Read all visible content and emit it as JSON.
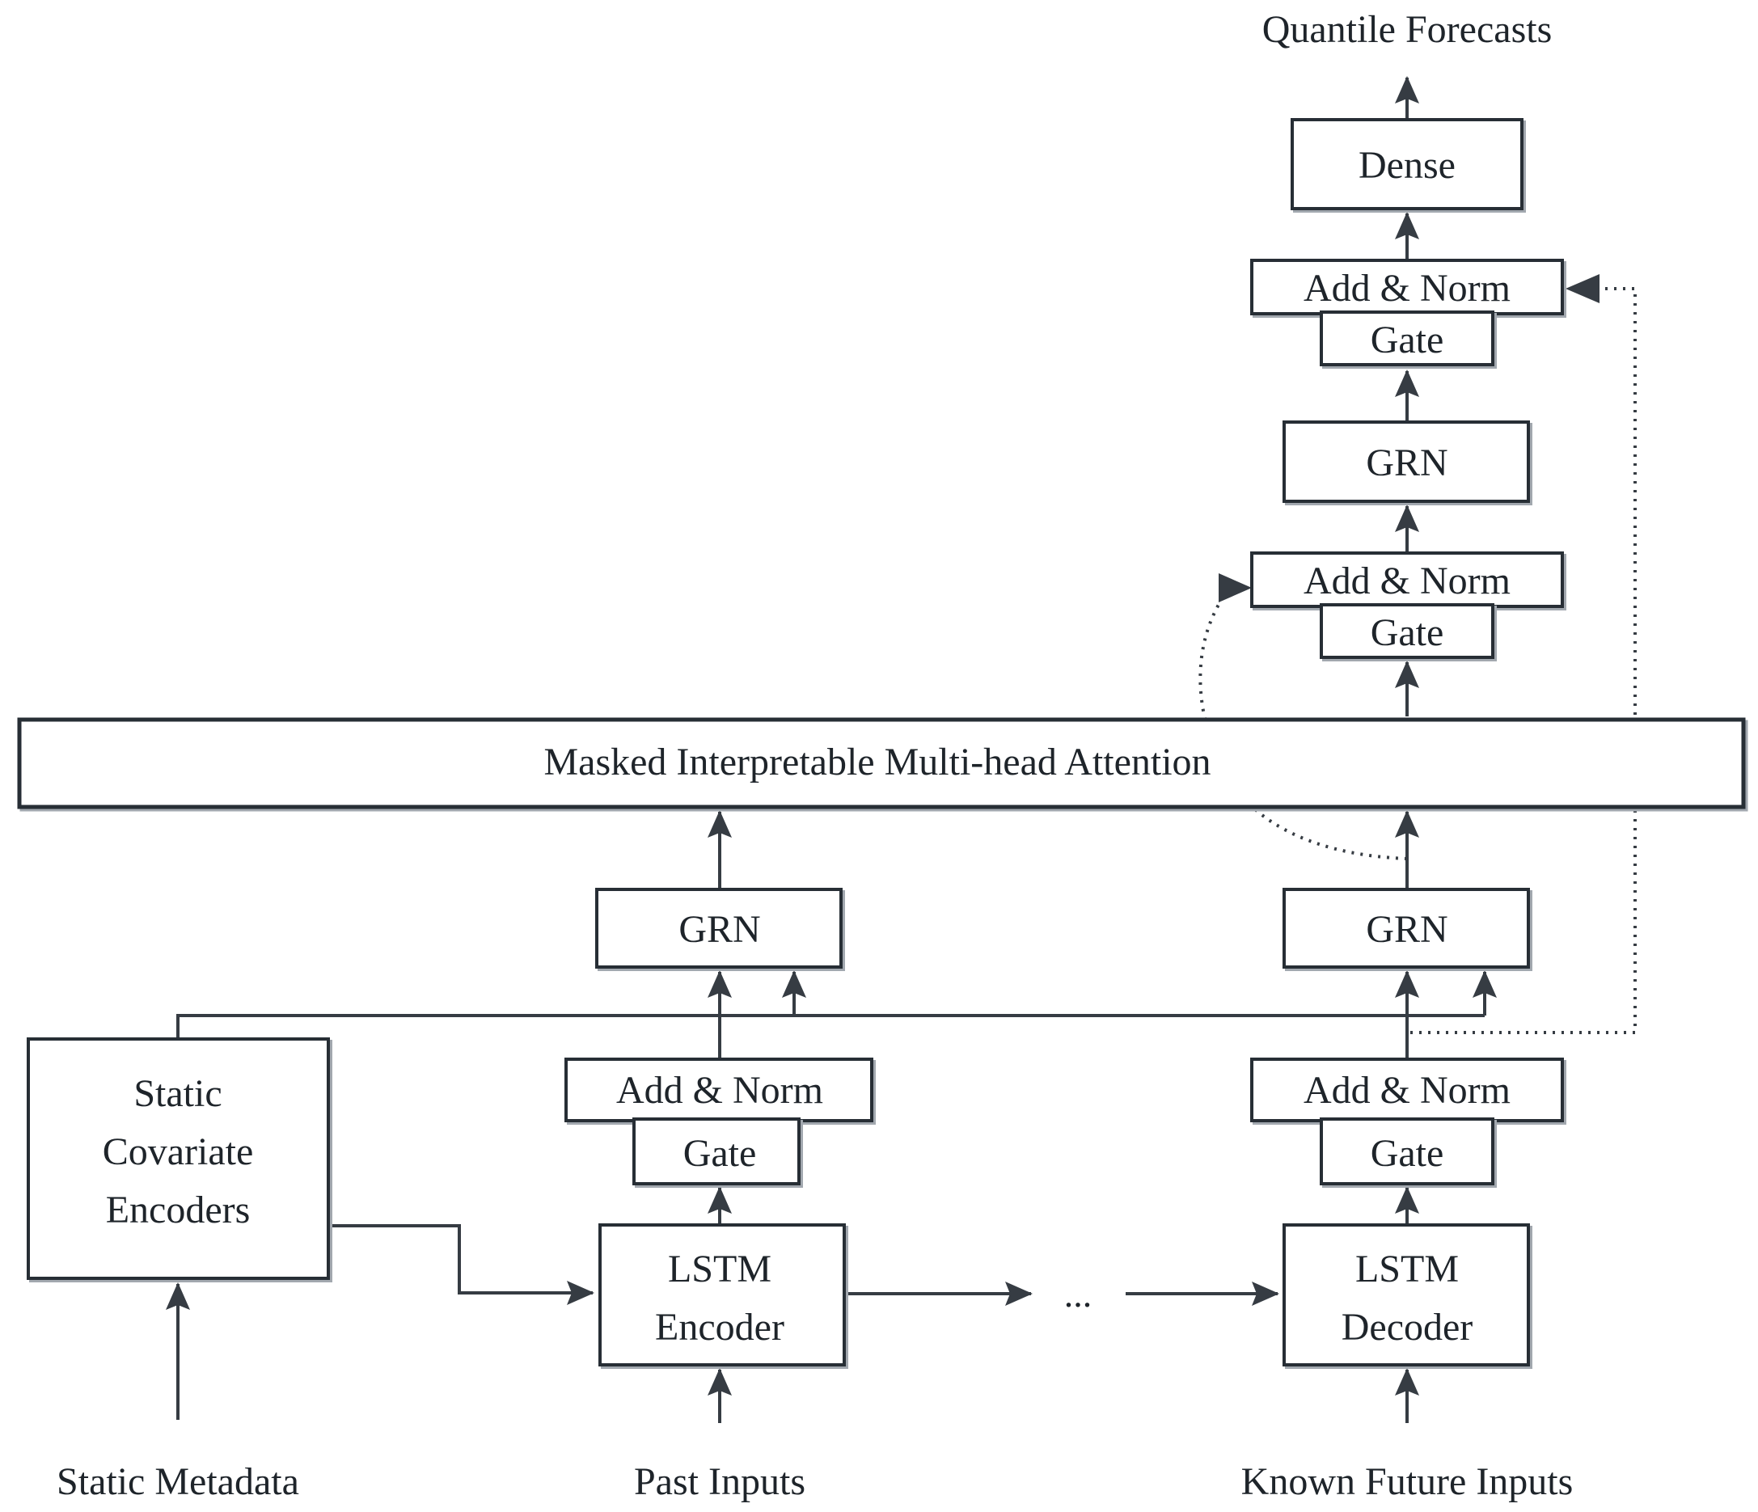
{
  "io": {
    "quantile_forecasts": "Quantile Forecasts",
    "static_metadata": "Static Metadata",
    "past_inputs": "Past Inputs",
    "known_future_inputs": "Known Future Inputs"
  },
  "labels": {
    "dense": "Dense",
    "add_norm": "Add & Norm",
    "gate": "Gate",
    "grn": "GRN",
    "attention": "Masked Interpretable Multi-head Attention",
    "lstm": "LSTM",
    "encoder": "Encoder",
    "decoder": "Decoder",
    "static_line1": "Static",
    "static_line2": "Covariate",
    "static_line3": "Encoders",
    "ellipsis": "..."
  },
  "colors": {
    "background": "#ffffff",
    "box_fill": "#ffffff",
    "box_border": "#272e35",
    "line": "#363c43",
    "text": "#1e242a",
    "shadow": "#a2a8af"
  }
}
